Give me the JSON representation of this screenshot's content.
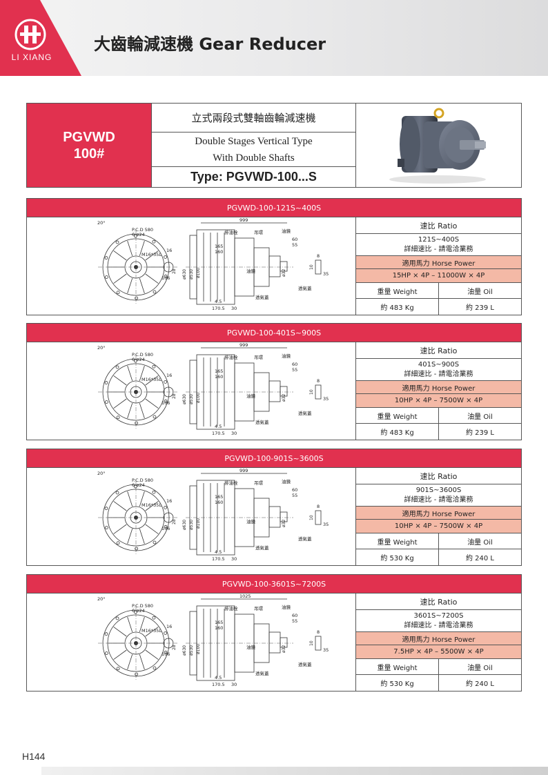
{
  "header": {
    "logo_text": "LI XIANG",
    "title": "大齒輪減速機 Gear Reducer"
  },
  "model": {
    "name_line1": "PGVWD",
    "name_line2": "100#",
    "desc_zh": "立式兩段式雙軸齒輪減速機",
    "desc_en_line1": "Double Stages Vertical Type",
    "desc_en_line2": "With Double Shafts",
    "type": "Type: PGVWD-100...S"
  },
  "labels": {
    "ratio": "速比 Ratio",
    "detail": "詳細速比 - 請電洽業務",
    "hp": "適用馬力 Horse Power",
    "weight": "重量 Weight",
    "oil": "油量 Oil"
  },
  "drawing_labels": {
    "angle": "20°",
    "pcd": "P.C.D 580",
    "holes": "6-ø24",
    "bolt": "M16*35L",
    "drain": "排油栓",
    "hook": "吊環",
    "level": "油鏡",
    "oil_gauge": "油鏡",
    "vent": "透氣蓋",
    "d16": "16",
    "d28": "28",
    "d106": "106",
    "d630": "ø630",
    "d530": "ø530",
    "d100": "ø100",
    "d165": "165",
    "d160": "160",
    "d60": "60",
    "d55": "55",
    "d45": "4.5",
    "d1705": "170.5",
    "d30": "30",
    "d32": "ø32",
    "d10": "10",
    "d8": "8",
    "d35": "35"
  },
  "sections": [
    {
      "title": "PGVWD-100-121S~400S",
      "length": "999",
      "ratio": "121S~400S",
      "hp": "15HP × 4P – 11000W × 4P",
      "weight": "約 483 Kg",
      "oil": "約 239 L"
    },
    {
      "title": "PGVWD-100-401S~900S",
      "length": "999",
      "ratio": "401S~900S",
      "hp": "10HP × 4P – 7500W × 4P",
      "weight": "約 483 Kg",
      "oil": "約 239 L"
    },
    {
      "title": "PGVWD-100-901S~3600S",
      "length": "999",
      "ratio": "901S~3600S",
      "hp": "10HP × 4P – 7500W × 4P",
      "weight": "約 530 Kg",
      "oil": "約 240 L"
    },
    {
      "title": "PGVWD-100-3601S~7200S",
      "length": "1025",
      "ratio": "3601S~7200S",
      "hp": "7.5HP × 4P – 5500W × 4P",
      "weight": "約 530 Kg",
      "oil": "約 240 L"
    }
  ],
  "footer": {
    "page": "H144"
  },
  "colors": {
    "accent": "#e1314f",
    "highlight": "#f4b9a6"
  }
}
